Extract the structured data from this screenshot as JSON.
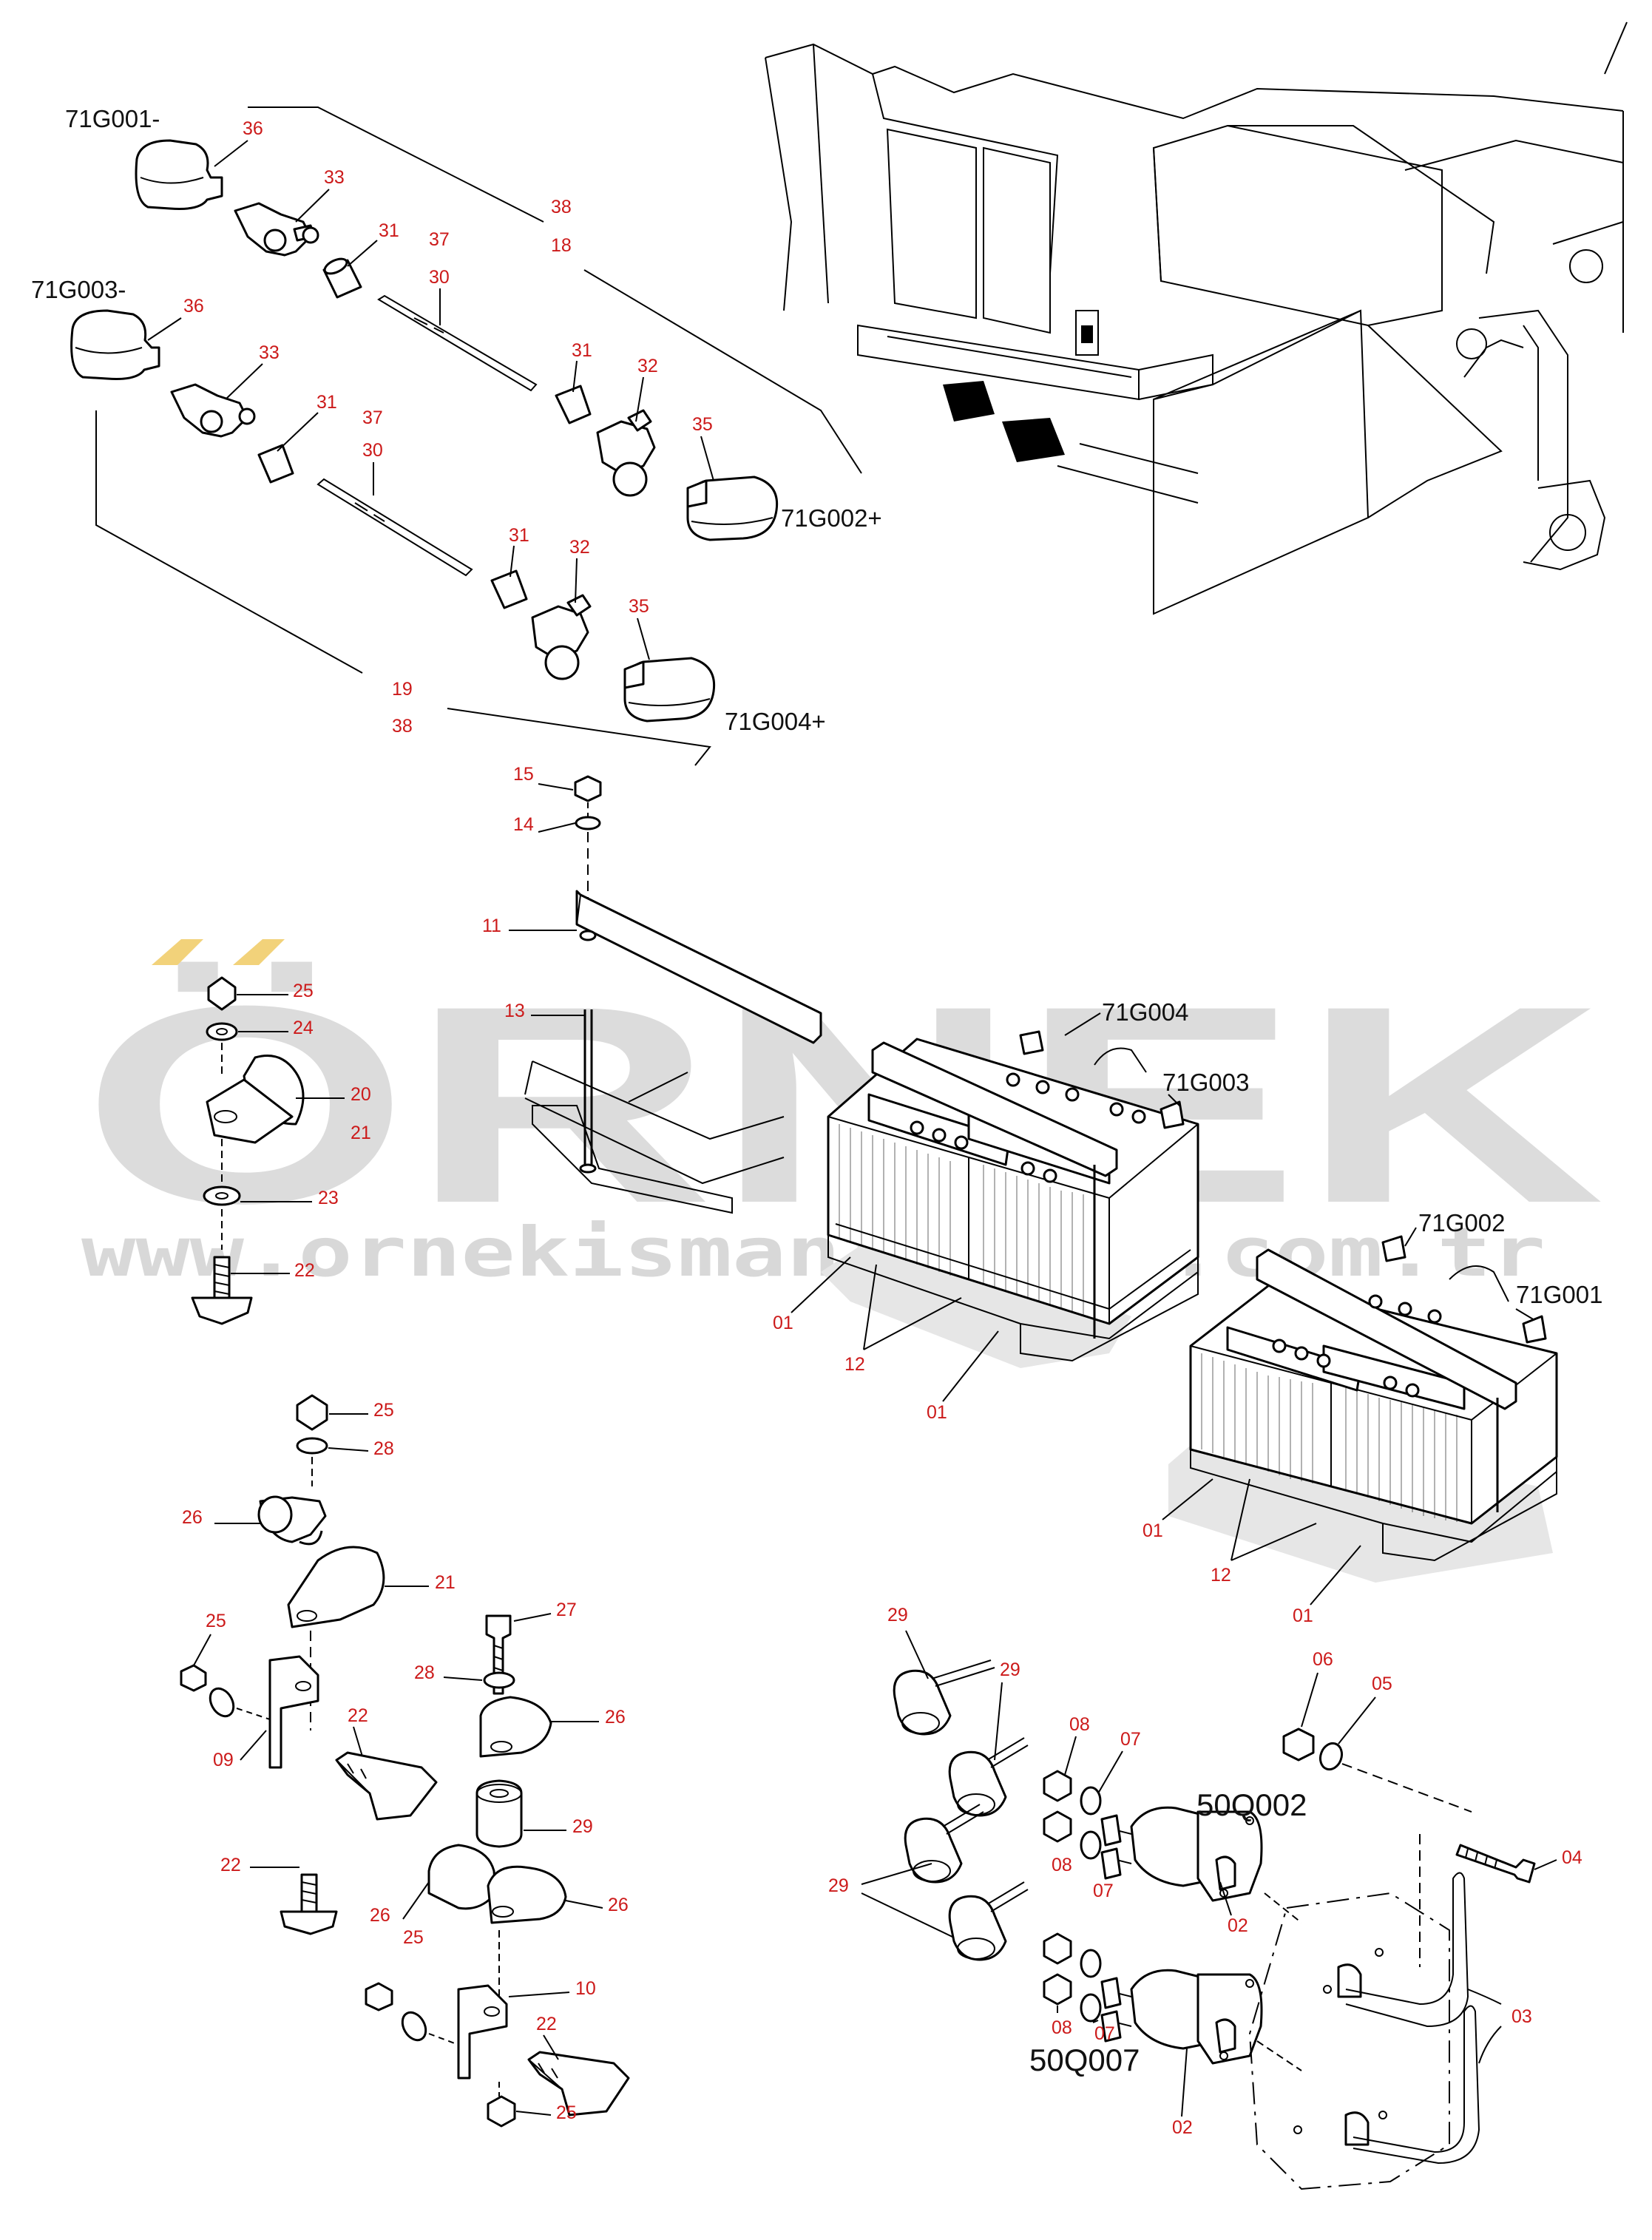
{
  "watermark": {
    "brand": "ÖRNEK",
    "url": "www.ornekismanlamasi.com.tr",
    "color": "#cfcfcf",
    "accent_color": "#f2d27a"
  },
  "colors": {
    "callout_number": "#cc1a1a",
    "line": "#000000",
    "code_text": "#111111"
  },
  "codes": {
    "g001_neg": "71G001-",
    "g003_neg": "71G003-",
    "g002_pos": "71G002+",
    "g004_pos": "71G004+",
    "g004": "71G004",
    "g003": "71G003",
    "g002": "71G002",
    "g001": "71G001",
    "q002": "50Q002",
    "q007": "50Q007"
  },
  "callouts": {
    "c36": "36",
    "c33": "33",
    "c31": "31",
    "c37": "37",
    "c30": "30",
    "c32": "32",
    "c35": "35",
    "c38": "38",
    "c18": "18",
    "c19": "19",
    "c15": "15",
    "c14": "14",
    "c11": "11",
    "c13": "13",
    "c25": "25",
    "c24": "24",
    "c20": "20",
    "c21": "21",
    "c23": "23",
    "c22": "22",
    "c28": "28",
    "c26": "26",
    "c09": "09",
    "c27": "27",
    "c29": "29",
    "c10": "10",
    "c01": "01",
    "c12": "12",
    "c06": "06",
    "c05": "05",
    "c04": "04",
    "c08": "08",
    "c07": "07",
    "c02": "02",
    "c03": "03"
  }
}
